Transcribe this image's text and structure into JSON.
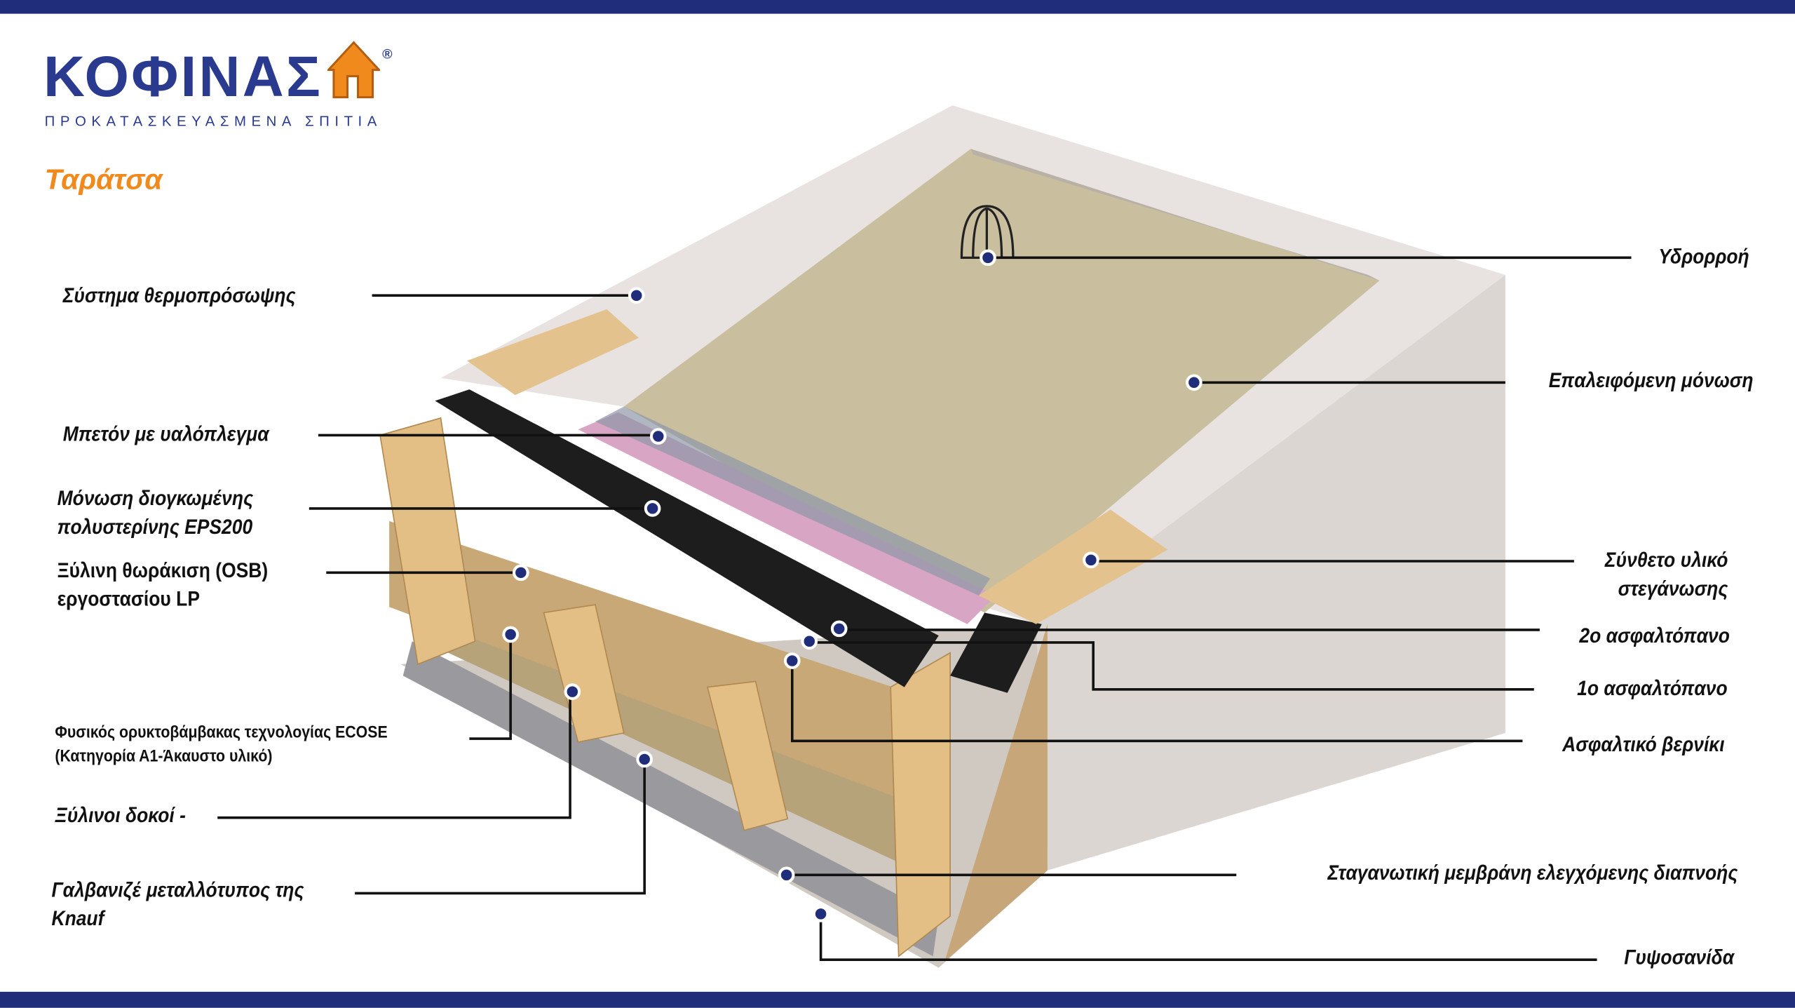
{
  "brand": {
    "name": "ΚΟΦΙΝΑΣ",
    "registered": "®",
    "tagline": "ΠΡΟΚΑΤΑΣΚΕΥΑΣΜΕΝΑ ΣΠΙΤΙΑ",
    "primary_color": "#1f2d7b",
    "accent_color": "#f08a1c"
  },
  "title": "Ταράτσα",
  "labels_left": [
    {
      "lines": [
        "Σύστημα θερμοπρόσωψης"
      ]
    },
    {
      "lines": [
        "Μπετόν με υαλόπλεγμα"
      ]
    },
    {
      "lines": [
        "Μόνωση διογκωμένης",
        "πολυστερίνης EPS200"
      ]
    },
    {
      "lines": [
        "Ξύλινη θωράκιση (OSB)",
        "εργοστασίου LP"
      ]
    },
    {
      "lines": [
        "Φυσικός ορυκτοβάμβακας τεχνολογίας ECOSE",
        "(Κατηγορία Α1-Άκαυστο υλικό)"
      ]
    },
    {
      "lines": [
        "Ξύλινοι δοκοί -"
      ]
    },
    {
      "lines": [
        "Γαλβανιζέ μεταλλότυπος της",
        "Knauf"
      ]
    }
  ],
  "labels_right": [
    {
      "lines": [
        "Υδρορροή"
      ]
    },
    {
      "lines": [
        "Επαλειφόμενη μόνωση"
      ]
    },
    {
      "lines": [
        "Σύνθετο υλικό",
        "στεγάνωσης"
      ]
    },
    {
      "lines": [
        "2ο ασφαλτόπανο"
      ]
    },
    {
      "lines": [
        "1ο ασφαλτόπανο"
      ]
    },
    {
      "lines": [
        "Ασφαλτικό βερνίκι"
      ]
    },
    {
      "lines": [
        "Σταγανωτική μεμβράνη ελεγχόμενης διαπνοής"
      ]
    },
    {
      "lines": [
        "Γυψοσανίδα"
      ]
    }
  ]
}
